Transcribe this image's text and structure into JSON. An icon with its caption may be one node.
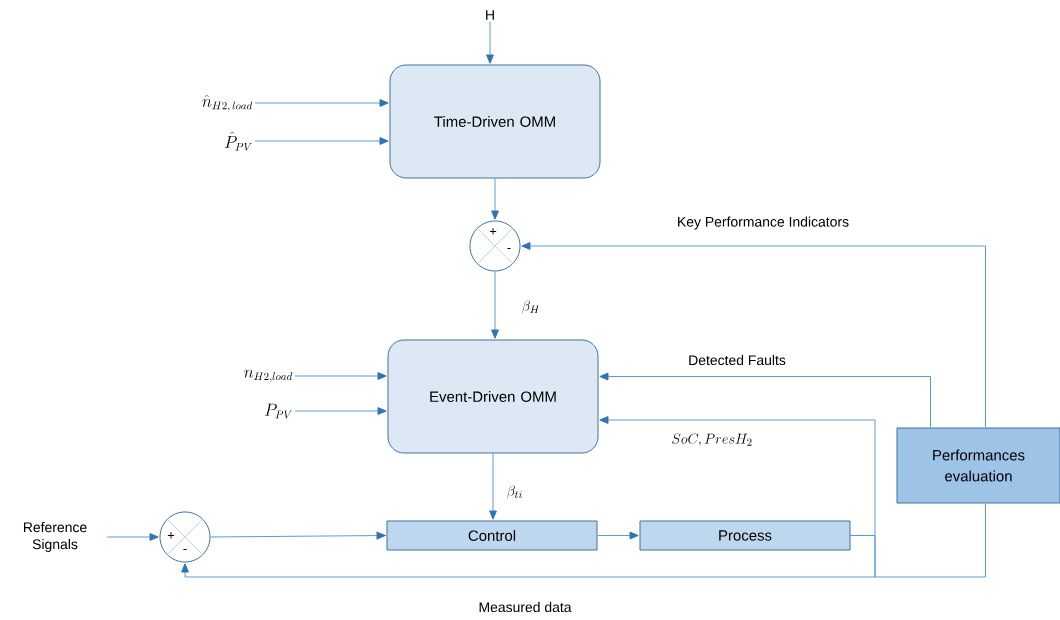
{
  "diagram": {
    "nodes": [
      {
        "text": [
          "H"
        ]
      },
      {
        "text": [
          "\\hat{n}_{H2,\\, load}"
        ]
      },
      {
        "text": [
          "\\hat{P}_{PV}"
        ]
      },
      {
        "text": [
          "Time-Driven OMM"
        ]
      },
      {
        "text": [
          "+",
          "-"
        ]
      },
      {
        "text": [
          "n_{H2,load}"
        ]
      },
      {
        "text": [
          "P_{PV}"
        ]
      },
      {
        "text": [
          "Event-Driven OMM"
        ]
      },
      {
        "text": [
          "Reference Signals"
        ]
      },
      {
        "text": [
          "+",
          "-"
        ]
      },
      {
        "text": [
          "Control"
        ]
      },
      {
        "text": [
          "Process"
        ]
      },
      {
        "text": [
          "Performances evaluation"
        ]
      }
    ],
    "edges": [
      {
        "from": 0,
        "to": 3,
        "arrow": "to"
      },
      {
        "from": 1,
        "to": 3,
        "arrow": "to"
      },
      {
        "from": 2,
        "to": 3,
        "arrow": "to"
      },
      {
        "from": 3,
        "to": 4,
        "arrow": "to"
      },
      {
        "from": 4,
        "to": 7,
        "arrow": "to",
        "label": "\\beta_{H}"
      },
      {
        "from": 12,
        "to": 4,
        "arrow": "to",
        "label": "Key Performance Indicators"
      },
      {
        "from": 5,
        "to": 7,
        "arrow": "to"
      },
      {
        "from": 6,
        "to": 7,
        "arrow": "to"
      },
      {
        "from": 12,
        "to": 7,
        "arrow": "to",
        "label": "Detected Faults"
      },
      {
        "from": 11,
        "to": 7,
        "arrow": "to",
        "label": "SoC, PresH_{2}"
      },
      {
        "from": 7,
        "to": 10,
        "arrow": "to",
        "label": "\\beta_{ti}"
      },
      {
        "from": 8,
        "to": 9,
        "arrow": "to"
      },
      {
        "from": 9,
        "to": 10,
        "arrow": "to"
      },
      {
        "from": 10,
        "to": 11,
        "arrow": "to"
      },
      {
        "from": 11,
        "to": 9,
        "arrow": "to",
        "label": "Measured data"
      },
      {
        "from": 11,
        "to": 12,
        "arrow": "none"
      }
    ]
  }
}
